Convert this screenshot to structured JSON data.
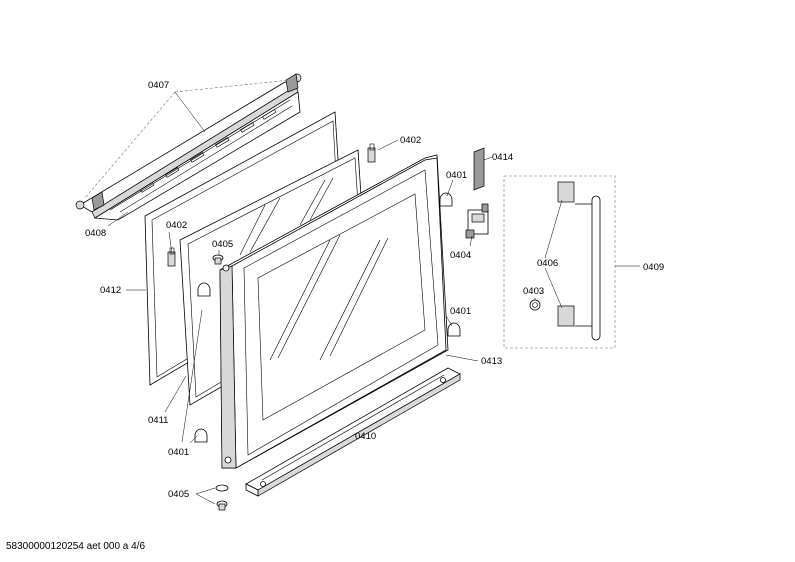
{
  "diagram": {
    "labels": {
      "p0407": "0407",
      "p0408": "0408",
      "p0402a": "0402",
      "p0402b": "0402",
      "p0414": "0414",
      "p0401a": "0401",
      "p0401b": "0401",
      "p0401c": "0401",
      "p0404": "0404",
      "p0405a": "0405",
      "p0405b": "0405",
      "p0412": "0412",
      "p0406": "0406",
      "p0403": "0403",
      "p0409": "0409",
      "p0413": "0413",
      "p0411": "0411",
      "p0410": "0410"
    }
  },
  "footer": {
    "text": "58300000120254 aet 000 a 4/6"
  }
}
